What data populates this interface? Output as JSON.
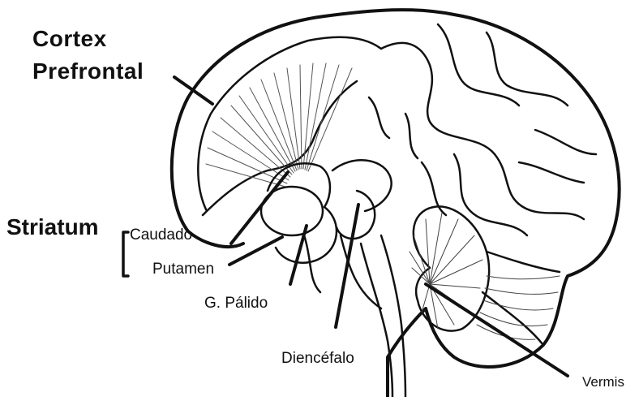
{
  "labels": {
    "cortex_line1": "Cortex",
    "cortex_line2": "Prefrontal",
    "striatum": "Striatum",
    "caudado": "Caudado",
    "putamen": "Putamen",
    "g_palido": "G. Pálido",
    "diencefalo": "Diencéfalo",
    "vermis": "Vermis"
  },
  "colors": {
    "ink": "#111111",
    "background": "#ffffff"
  }
}
